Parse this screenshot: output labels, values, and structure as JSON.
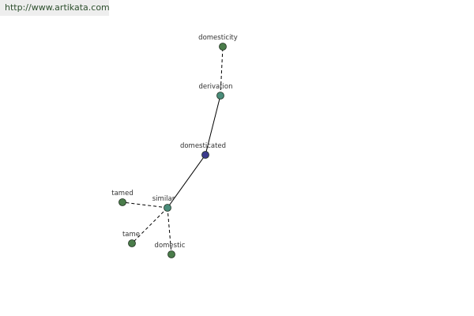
{
  "banner": {
    "url_text": "http://www.artikata.com"
  },
  "colors": {
    "root_node": "#3b3b8c",
    "relation_node": "#4a8c7a",
    "leaf_node": "#4a7c4a",
    "node_stroke": "#1f2f1f",
    "edge": "#000000"
  },
  "graph": {
    "nodes": [
      {
        "id": "domesticity",
        "label": "domesticity",
        "kind": "leaf"
      },
      {
        "id": "derivation",
        "label": "derivation",
        "kind": "relation"
      },
      {
        "id": "domesticated",
        "label": "domesticated",
        "kind": "root"
      },
      {
        "id": "similar",
        "label": "similar",
        "kind": "relation"
      },
      {
        "id": "tamed",
        "label": "tamed",
        "kind": "leaf"
      },
      {
        "id": "tame",
        "label": "tame",
        "kind": "leaf"
      },
      {
        "id": "domestic",
        "label": "domestic",
        "kind": "leaf"
      }
    ],
    "edges": [
      {
        "from": "derivation",
        "to": "domesticity",
        "style": "dashed"
      },
      {
        "from": "domesticated",
        "to": "derivation",
        "style": "solid"
      },
      {
        "from": "domesticated",
        "to": "similar",
        "style": "solid"
      },
      {
        "from": "similar",
        "to": "tamed",
        "style": "dashed"
      },
      {
        "from": "similar",
        "to": "tame",
        "style": "dashed"
      },
      {
        "from": "similar",
        "to": "domestic",
        "style": "dashed"
      }
    ]
  }
}
